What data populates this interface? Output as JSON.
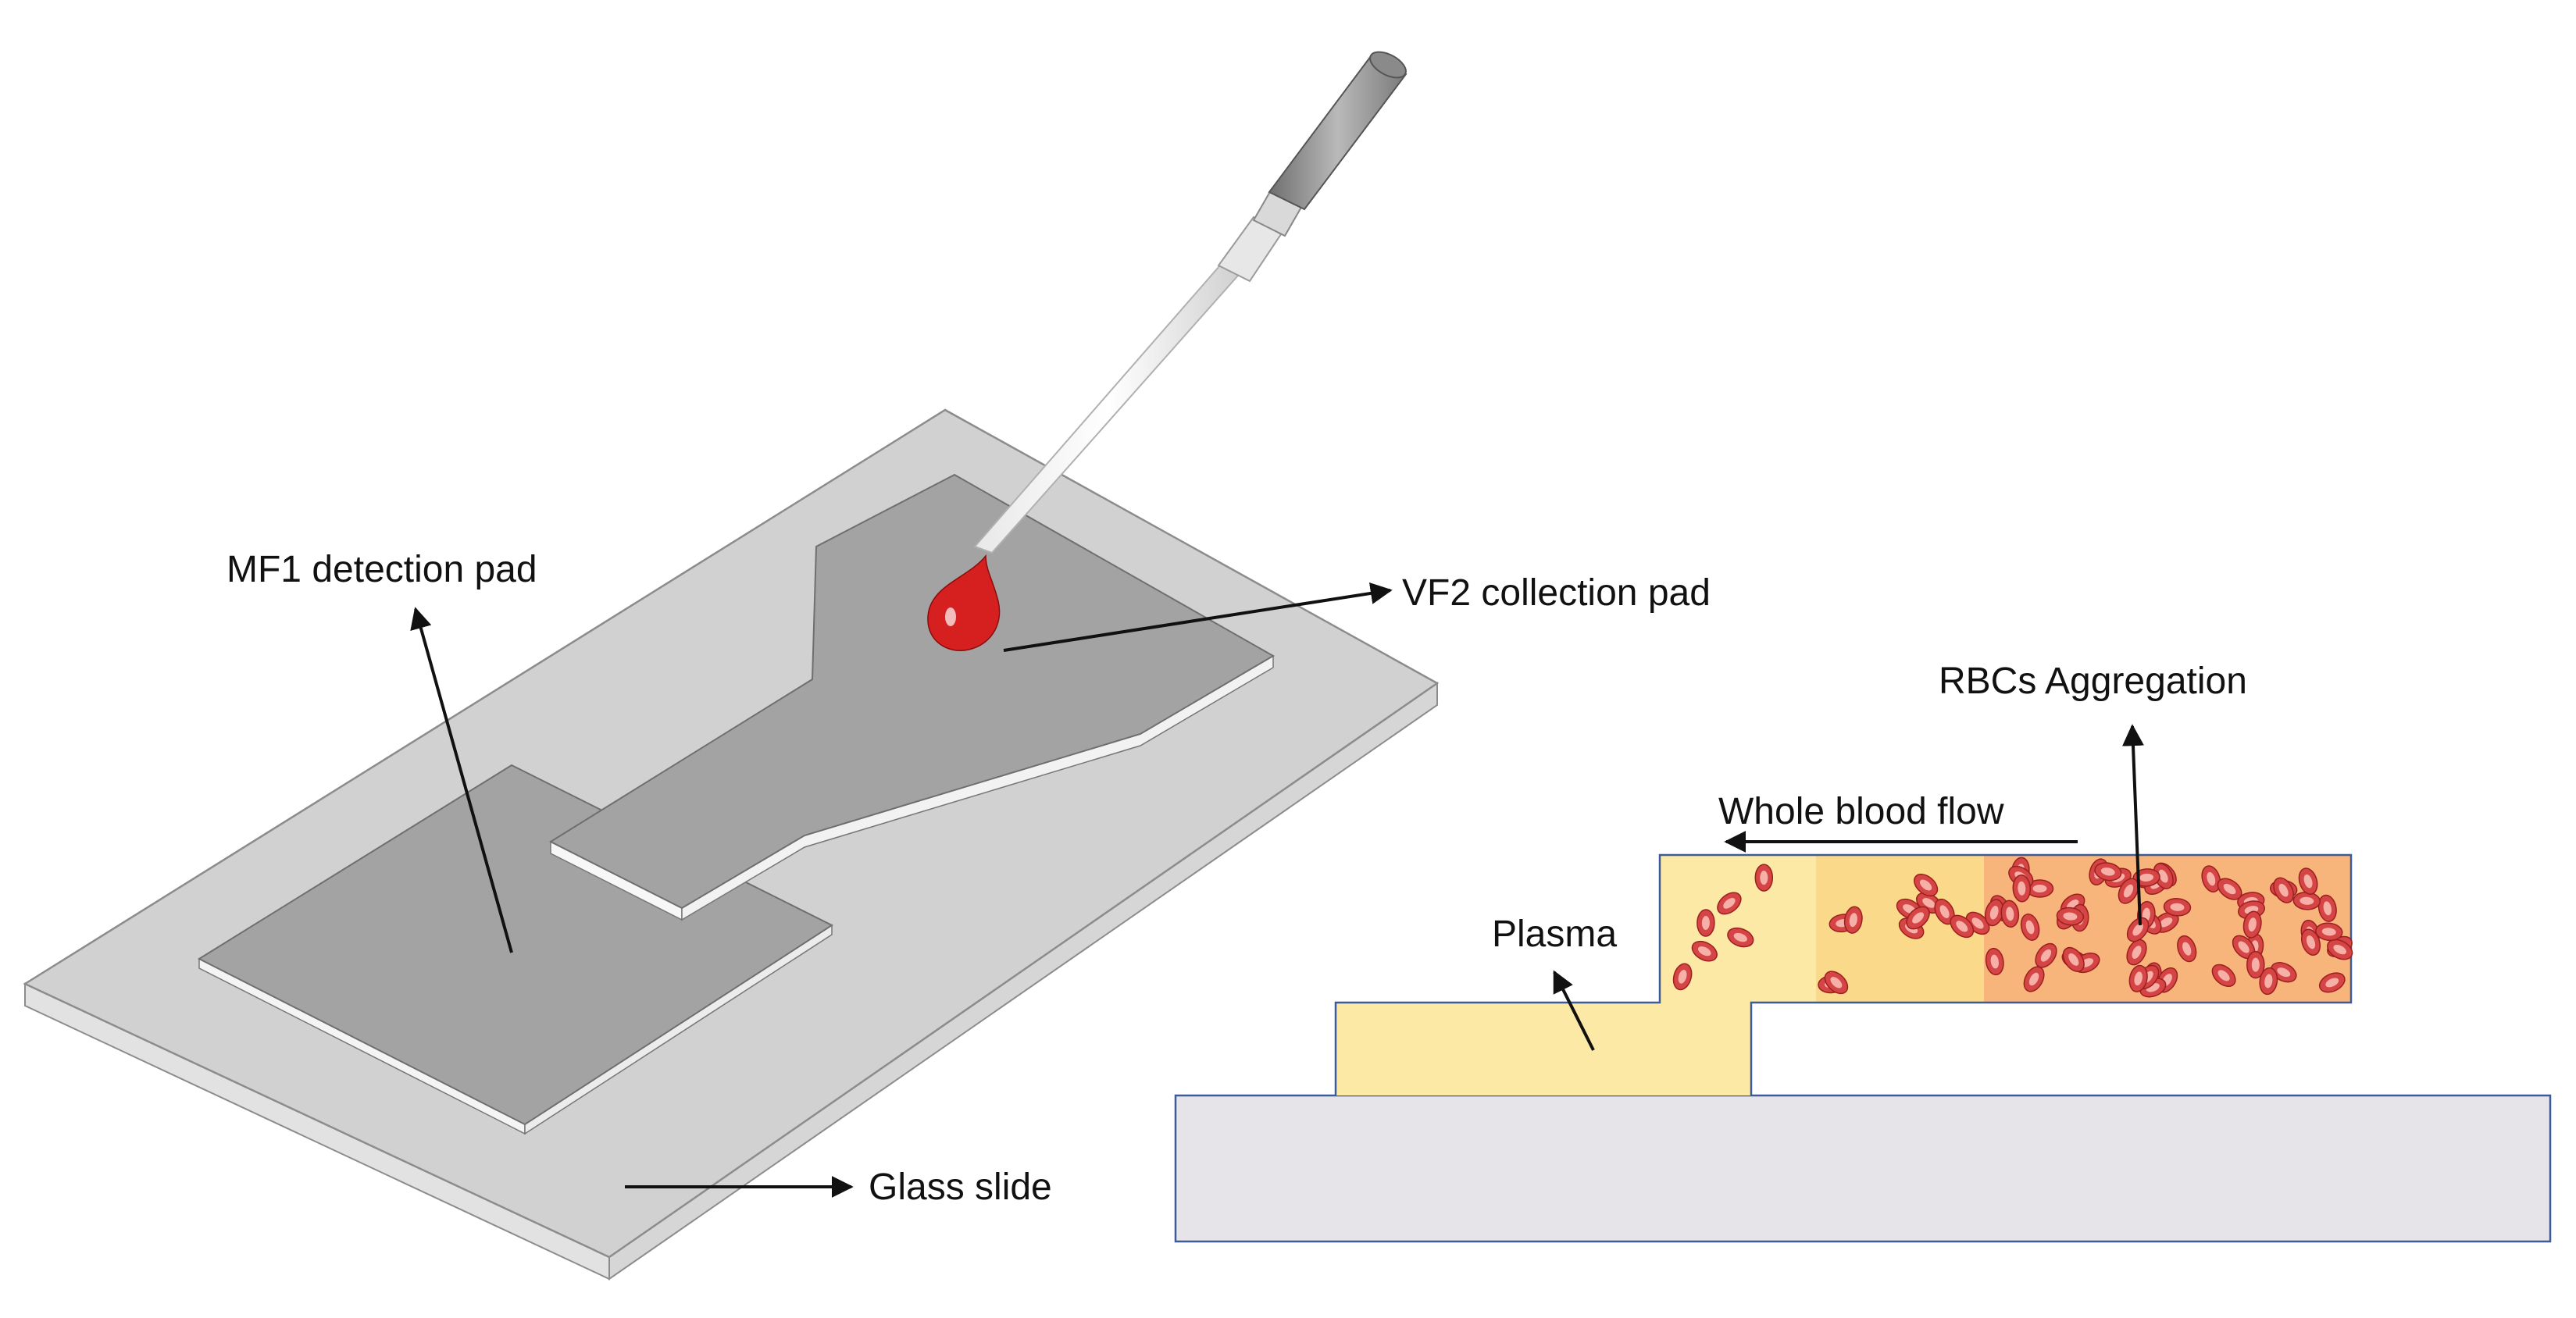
{
  "labels": {
    "mf1": "MF1 detection pad",
    "vf2": "VF2 collection pad",
    "glass": "Glass slide",
    "rbc": "RBCs Aggregation",
    "flow": "Whole blood flow",
    "plasma": "Plasma"
  },
  "colors": {
    "pad": "#a3a3a3",
    "slide": "#cccccc",
    "blood": "#d61f1f",
    "plasma": "#fde9a6",
    "mid_zone": "#fbd98a",
    "rbc_zone": "#f7b57c",
    "rbc_cell": "#d64545",
    "substrate": "#e6e4e8",
    "outline": "#3d5a99"
  }
}
